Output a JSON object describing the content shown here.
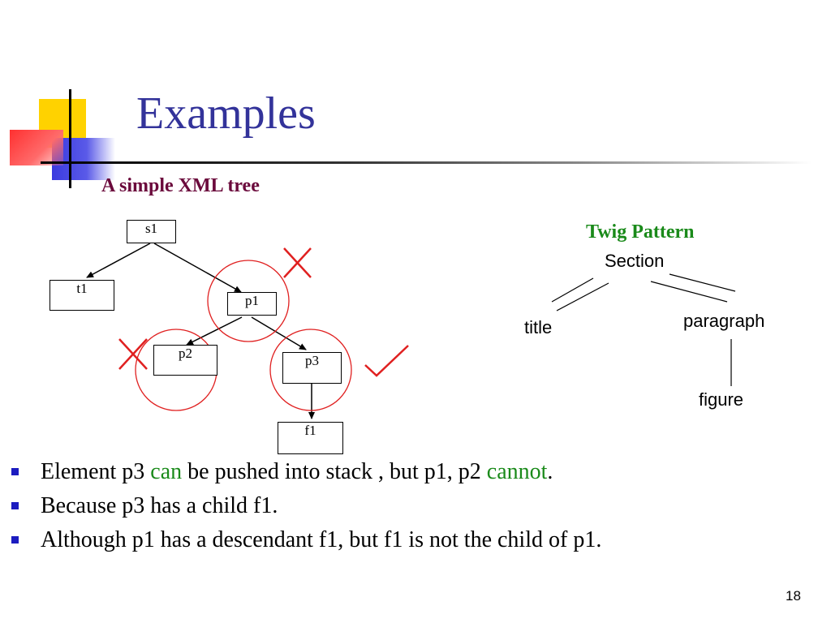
{
  "slide": {
    "title": "Examples",
    "subtitle": "A simple XML tree",
    "page_number": "18"
  },
  "xml_tree": {
    "nodes": {
      "s1": "s1",
      "t1": "t1",
      "p1": "p1",
      "p2": "p2",
      "p3": "p3",
      "f1": "f1"
    }
  },
  "twig_pattern": {
    "title": "Twig Pattern",
    "nodes": {
      "section": "Section",
      "title": "title",
      "paragraph": "paragraph",
      "figure": "figure"
    }
  },
  "bullets": [
    {
      "parts": [
        {
          "text": "Element p3 ",
          "color": "#000000"
        },
        {
          "text": "can",
          "color": "#1a8a1a"
        },
        {
          "text": " be pushed into stack , but p1, p2 ",
          "color": "#000000"
        },
        {
          "text": "cannot",
          "color": "#1a8a1a"
        },
        {
          "text": ".",
          "color": "#000000"
        }
      ]
    },
    {
      "parts": [
        {
          "text": "Because p3 has a child f1.",
          "color": "#000000"
        }
      ]
    },
    {
      "parts": [
        {
          "text": "Although p1 has a descendant f1, but f1 is not the child of p1.",
          "color": "#000000"
        }
      ]
    }
  ],
  "colors": {
    "title": "#33339a",
    "subtitle": "#6b0a3c",
    "accent_green": "#1a8a1a",
    "mark_red": "#e02020",
    "bullet_blue": "#1c1cc0"
  },
  "icons": {
    "p1_mark": "cross-mark-icon",
    "p2_mark": "cross-mark-icon",
    "p3_mark": "check-mark-icon"
  }
}
